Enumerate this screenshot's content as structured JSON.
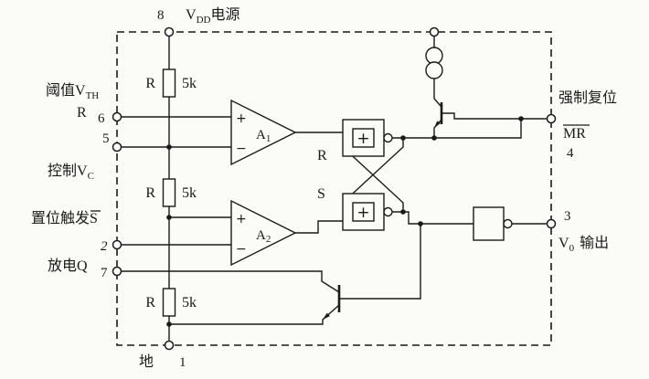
{
  "diagram": {
    "power": {
      "pin": "8",
      "v": "V",
      "sub": "DD",
      "rest": "电源"
    },
    "threshold": {
      "main": "阈值V",
      "sub": "TH",
      "r": "R",
      "pin": "6"
    },
    "control": {
      "main": "控制V",
      "sub": "C",
      "pin": "5"
    },
    "set_trigger": {
      "main": "置位触发",
      "bar": "S",
      "pin": "2"
    },
    "discharge": {
      "label": "放电Q",
      "pin": "7"
    },
    "ground": {
      "label": "地",
      "pin": "1"
    },
    "reset": {
      "label": "强制复位",
      "bar": "MR",
      "pin": "4"
    },
    "output": {
      "pin": "3",
      "v": "V",
      "sub": "0",
      "rest": "输出"
    },
    "resistors": [
      {
        "name": "R",
        "value": "5k"
      },
      {
        "name": "R",
        "value": "5k"
      },
      {
        "name": "R",
        "value": "5k"
      }
    ],
    "comparators": [
      {
        "name": "A",
        "sub": "1",
        "plus": "+",
        "minus": "−"
      },
      {
        "name": "A",
        "sub": "2",
        "plus": "+",
        "minus": "−"
      }
    ],
    "latch": {
      "r_label": "R",
      "s_label": "S",
      "gate_symbol": "+"
    }
  }
}
